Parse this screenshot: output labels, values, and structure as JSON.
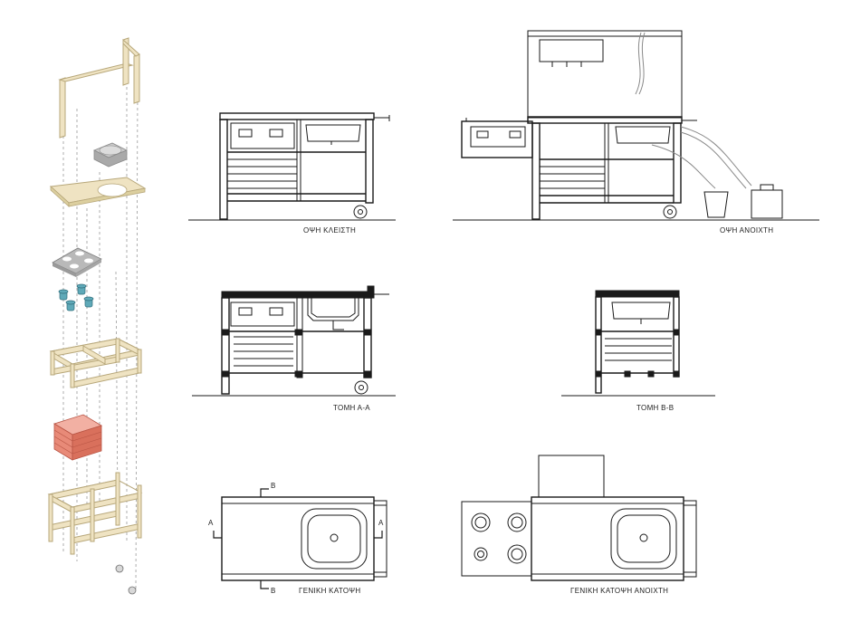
{
  "sheet": {
    "views": {
      "elevation_closed": "ΟΨΗ ΚΛΕΙΣΤΗ",
      "elevation_open": "ΟΨΗ ΑΝΟΙΧΤΗ",
      "section_aa": "ΤΟΜΗ Α-Α",
      "section_bb": "ΤΟΜΗ Β-Β",
      "plan": "ΓΕΝΙΚΗ ΚΑΤΟΨΗ",
      "plan_open": "ΓΕΝΙΚΗ ΚΑΤΟΨΗ ΑΝΟΙΧΤΗ"
    },
    "section_marks": {
      "a_left": "A",
      "a_right": "A",
      "b_top": "B",
      "b_bottom": "B"
    },
    "colors": {
      "line": "#1a1a1a",
      "timber": "#efe3c2",
      "timber_edge": "#b7a77a",
      "crate": "#e88a78",
      "crate_edge": "#b85444",
      "cooktop": "#b9b9b9",
      "burner": "#5fa9b8"
    }
  }
}
